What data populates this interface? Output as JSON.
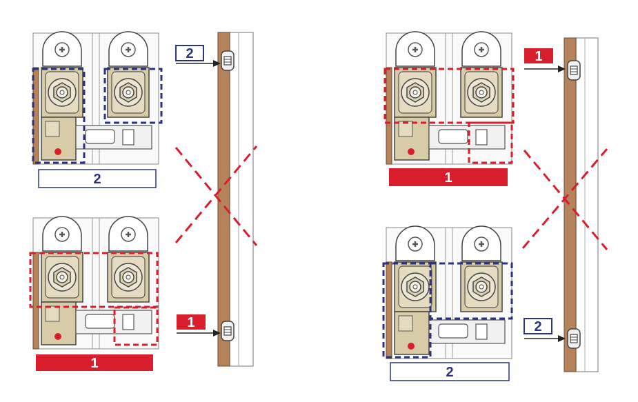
{
  "colors": {
    "red": "#d81e2c",
    "blue": "#2b3380",
    "wood": "#b5835a",
    "brass": "#d8cba8",
    "outline": "#444444",
    "light": "#f4f4f4"
  },
  "left_panel": {
    "top_label": "2",
    "top_callout": "2",
    "bottom_label": "1",
    "bottom_callout": "1"
  },
  "right_panel": {
    "top_label": "1",
    "top_callout": "1",
    "bottom_label": "2",
    "bottom_callout": "2"
  },
  "icons": [
    "hinge-module-icon",
    "screw-cover-icon",
    "concealed-hinge-icon",
    "cross-mark-icon",
    "arrow-icon"
  ]
}
